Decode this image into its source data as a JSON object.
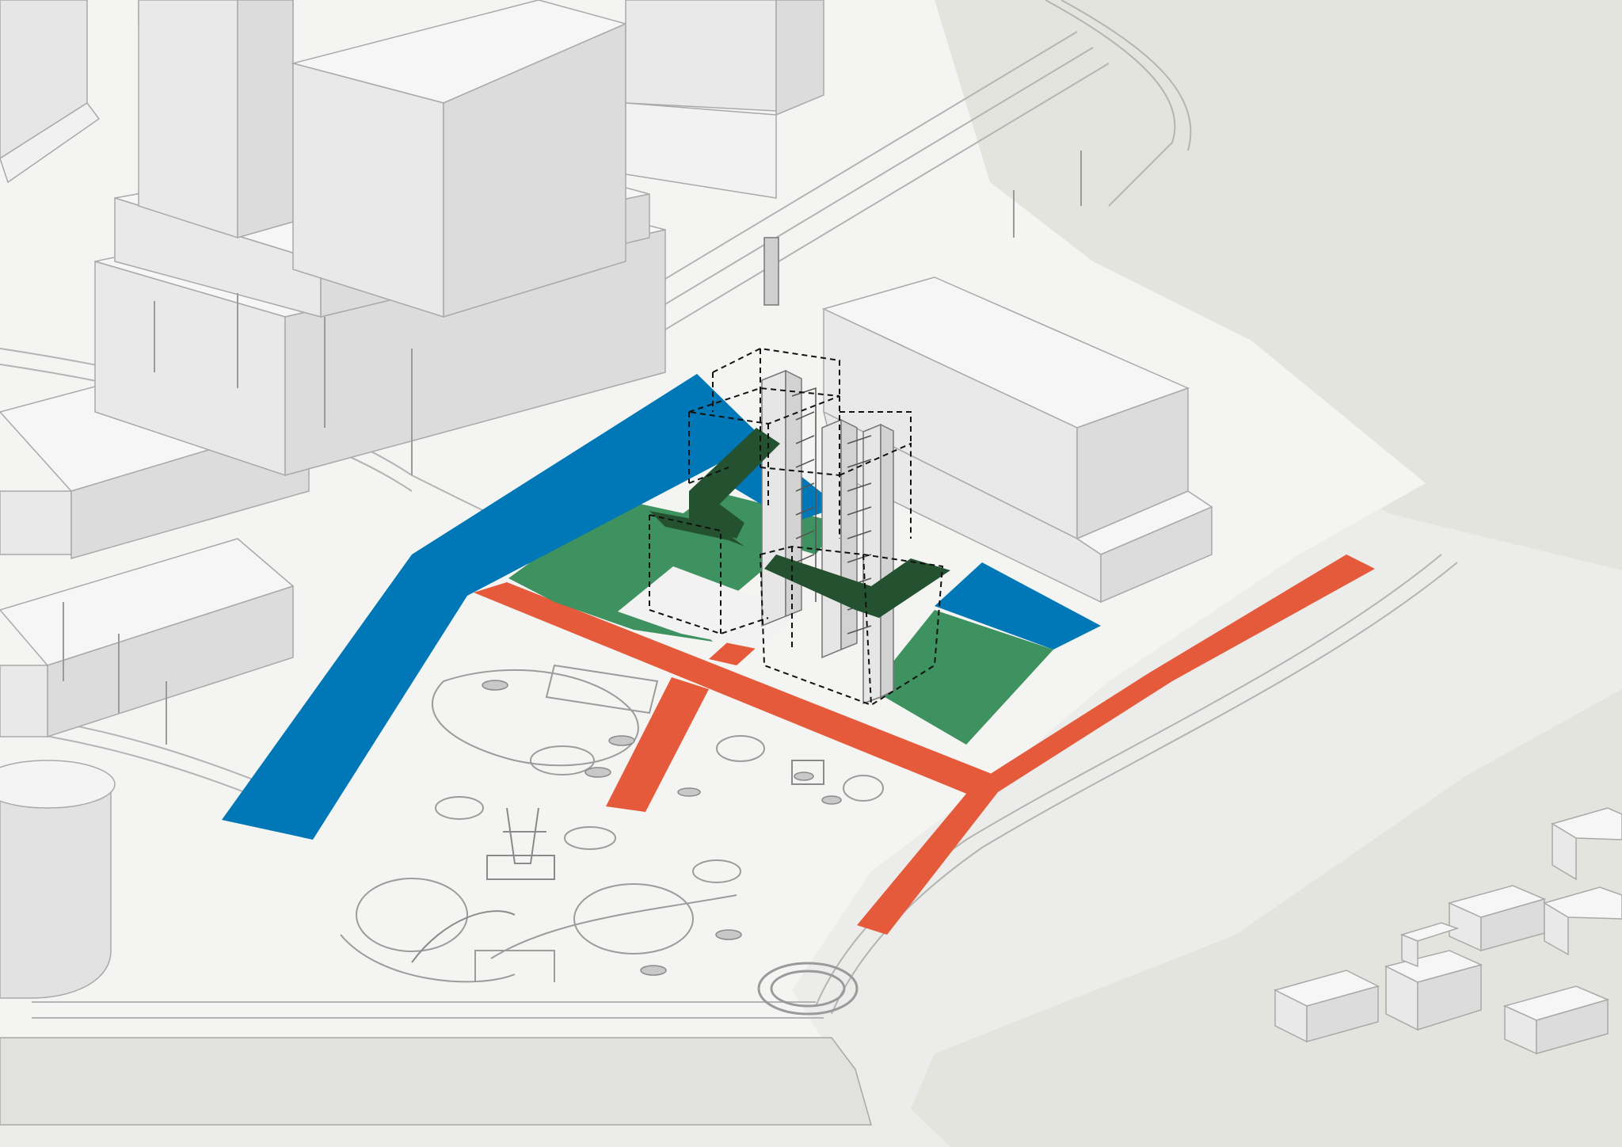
{
  "diagram": {
    "colors": {
      "background": "#ececea",
      "river": "#e4e4df",
      "ground": "#f4f4f3",
      "building_top": "#f6f6f6",
      "building_left": "#e9e9e9",
      "building_right": "#dcdcdc",
      "outline": "#a9a9a9",
      "blue_route": "#0077b6",
      "orange_route": "#e55a3a",
      "green_zone": "#3e925f",
      "dark_green_bridge": "#245230",
      "tower": "#d8d8d8",
      "dashed_frame": "#111111"
    },
    "layers": [
      {
        "name": "elevated-walkway",
        "color_key": "blue_route"
      },
      {
        "name": "pedestrian-axes",
        "color_key": "orange_route"
      },
      {
        "name": "green-space",
        "color_key": "green_zone"
      },
      {
        "name": "sky-bridges",
        "color_key": "dark_green_bridge"
      },
      {
        "name": "vertical-circulation",
        "color_key": "dashed_frame"
      }
    ]
  }
}
